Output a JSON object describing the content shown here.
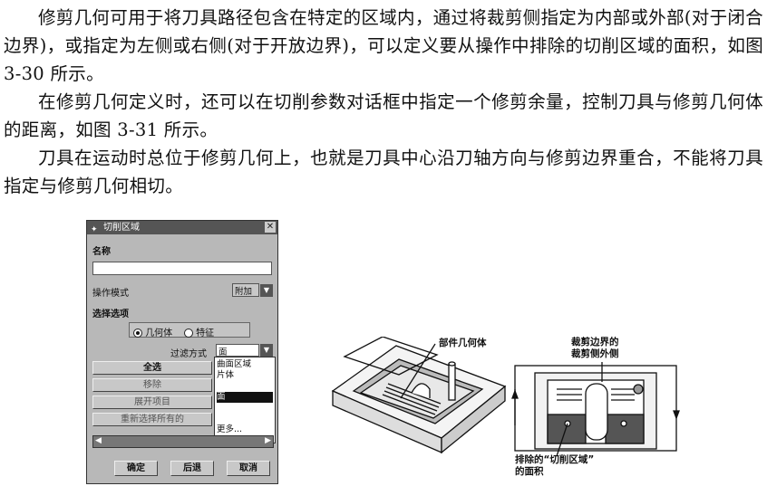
{
  "paragraphs": [
    "修剪几何可用于将刀具路径包含在特定的区域内，通过将裁剪侧指定为内部或外部(对于闭合边界)，或指定为左侧或右侧(对于开放边界)，可以定义要从操作中排除的切削区域的面积，如图 3-30 所示。",
    "在修剪几何定义时，还可以在切削参数对话框中指定一个修剪余量，控制刀具与修剪几何体的距离，如图 3-31 所示。",
    "刀具在运动时总位于修剪几何上，也就是刀具中心沿刀轴方向与修剪边界重合，不能将刀具指定与修剪几何相切。"
  ],
  "dialog": {
    "title": "切削区域",
    "name_label": "名称",
    "name_value": "",
    "mode_label": "操作模式",
    "mode_value": "附加",
    "select_options_label": "选择选项",
    "radio_geometry": "几何体",
    "radio_feature": "特征",
    "filter_label": "过滤方式",
    "filter_value": "面",
    "filter_options": [
      "曲面区域",
      "片体",
      "",
      "面",
      "",
      "",
      "更多..."
    ],
    "select_all": "全选",
    "remove": "移除",
    "expand_items": "展开项目",
    "reselect_all": "重新选择所有的",
    "ok": "确定",
    "back": "后退",
    "cancel": "取消"
  },
  "figure1": {
    "part_label": "部件几何体"
  },
  "figure2": {
    "trim_label": "裁剪边界的\n裁剪侧外侧",
    "excluded_label": "排除的“切削区域”\n的面积"
  }
}
